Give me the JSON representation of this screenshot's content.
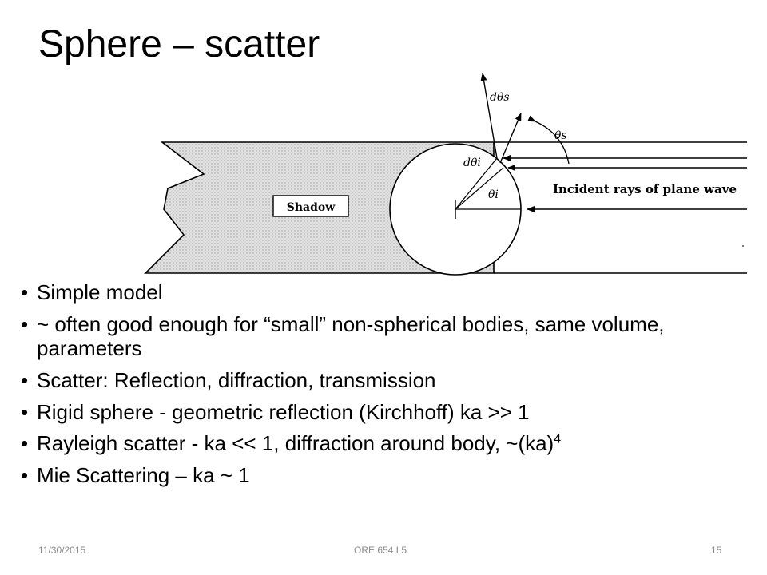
{
  "slide": {
    "title": "Sphere – scatter"
  },
  "figure": {
    "shadow_label": "Shadow",
    "incident_label": "Incident rays of plane wave",
    "d_theta_s": "dθs",
    "theta_s": "θs",
    "d_theta_i": "dθi",
    "theta_i": "θi"
  },
  "bullets": [
    {
      "text": "Simple model"
    },
    {
      "text": "~ often good enough for “small” non-spherical bodies, same volume, parameters"
    },
    {
      "text": "Scatter: Reflection, diffraction, transmission"
    },
    {
      "text": "Rigid sphere - geometric reflection (Kirchhoff) ka >> 1"
    },
    {
      "text": "Rayleigh scatter  - ka << 1, diffraction around body, ~(ka)",
      "sup": "4"
    },
    {
      "text": "Mie Scattering – ka ~ 1"
    }
  ],
  "footer": {
    "date": "11/30/2015",
    "course": "ORE 654 L5",
    "page": "15"
  }
}
